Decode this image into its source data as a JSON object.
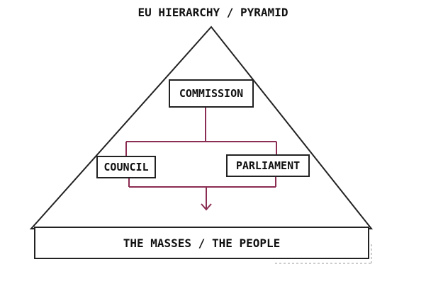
{
  "title": "EU HIERARCHY / PYRAMID",
  "nodes": {
    "commission": "COMMISSION",
    "council": "COUNCIL",
    "parliament": "PARLIAMENT",
    "masses": "THE MASSES / THE PEOPLE"
  },
  "colors": {
    "outline": "#222222",
    "connector": "#8b2c52",
    "background": "#ffffff"
  }
}
